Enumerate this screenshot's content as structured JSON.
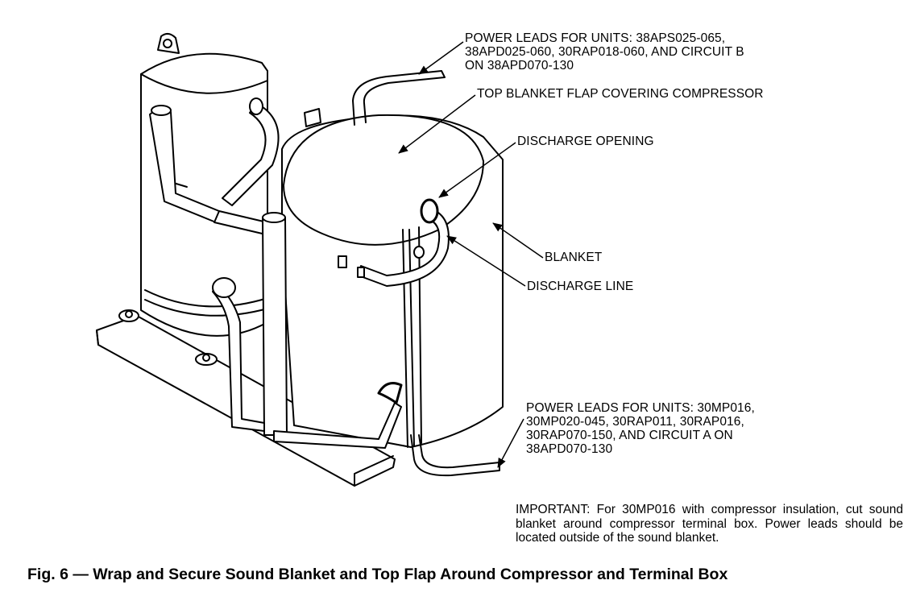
{
  "labels": {
    "power_top": [
      "POWER LEADS FOR UNITS: 38APS025-065,",
      "38APD025-060, 30RAP018-060, AND CIRCUIT B",
      "ON 38APD070-130"
    ],
    "top_flap": "TOP BLANKET FLAP COVERING COMPRESSOR",
    "discharge_opening": "DISCHARGE OPENING",
    "blanket": "BLANKET",
    "discharge_line": "DISCHARGE LINE",
    "power_bottom": [
      "POWER LEADS FOR UNITS: 30MP016,",
      "30MP020-045, 30RAP011, 30RAP016,",
      "30RAP070-150, AND CIRCUIT A ON",
      "38APD070-130"
    ]
  },
  "note": "IMPORTANT: For 30MP016 with compressor insulation, cut sound blanket around compressor terminal box. Power leads should be located outside of the sound blanket.",
  "caption": "Fig. 6 — Wrap and Secure Sound Blanket and Top Flap Around Compressor and Terminal Box"
}
